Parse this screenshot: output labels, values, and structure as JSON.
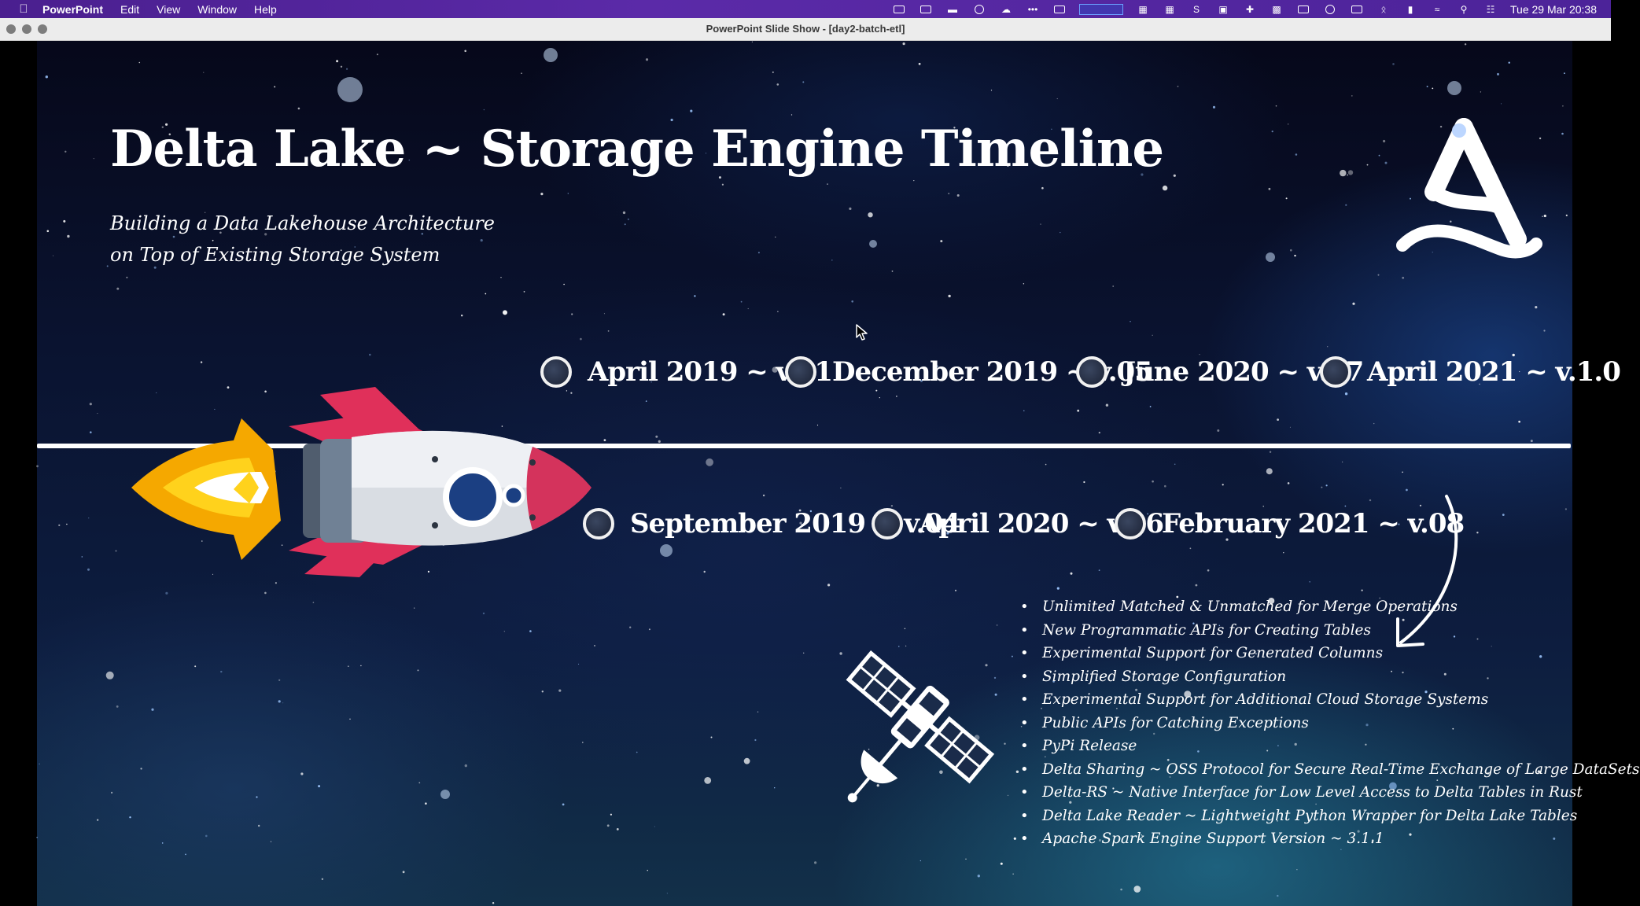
{
  "menubar": {
    "apple_icon": "apple-icon",
    "app_name": "PowerPoint",
    "menus": [
      "Edit",
      "View",
      "Window",
      "Help"
    ],
    "clock": "Tue 29 Mar  20:38"
  },
  "window": {
    "title": "PowerPoint Slide Show - [day2-batch-etl]"
  },
  "slide": {
    "title": "Delta Lake ~ Storage Engine Timeline",
    "subtitle_line1": "Building a Data Lakehouse Architecture",
    "subtitle_line2": "on Top of Existing Storage System",
    "milestones_top": [
      "April 2019 ~ v.01",
      "December 2019 ~ v.05",
      "June 2020 ~ v.07",
      "April 2021 ~ v.1.0"
    ],
    "milestones_bottom": [
      "September 2019 ~ v.04",
      "April 2020 ~ v.06",
      "February 2021 ~ v.08"
    ],
    "features": [
      "Unlimited Matched & Unmatched for Merge Operations",
      "New Programmatic APIs for Creating Tables",
      "Experimental Support for Generated Columns",
      "Simplified Storage Configuration",
      "Experimental Support for Additional Cloud Storage Systems",
      "Public APIs for Catching Exceptions",
      "PyPi Release",
      "Delta Sharing ~ OSS Protocol for Secure Real-Time Exchange of Large DataSets",
      "Delta-RS ~ Native Interface for Low Level Access to Delta Tables in Rust",
      "Delta Lake Reader ~ Lightweight Python Wrapper for Delta Lake Tables",
      "Apache Spark Engine Support Version ~ 3.1.1"
    ]
  },
  "colors": {
    "menubar": "#5b2aa8",
    "rocket_fins": "#e0305a",
    "flame": "#f5a800"
  }
}
